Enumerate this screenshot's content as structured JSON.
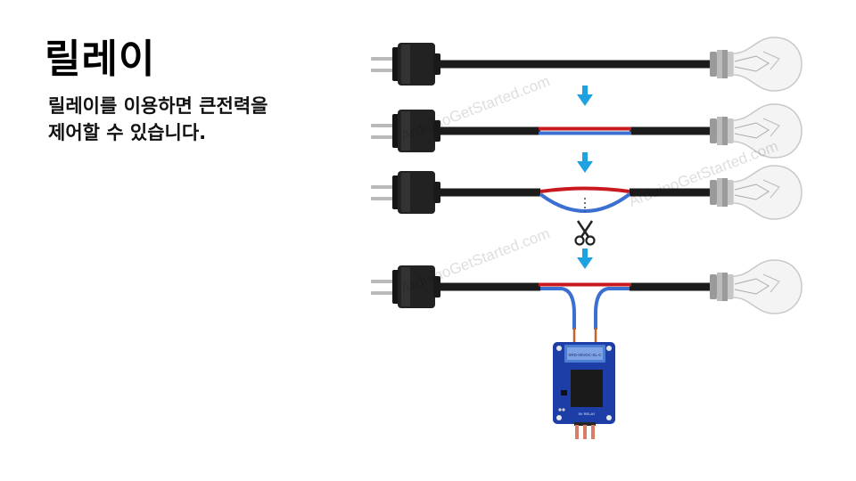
{
  "slide": {
    "title": "릴레이",
    "description_lines": [
      "릴레이를 이용하면 큰전력을",
      "제어할 수 있습니다."
    ]
  },
  "diagram": {
    "watermark": "ArduinoGetStarted.com",
    "steps": [
      {
        "name": "intact-cable"
      },
      {
        "name": "stripped-cable"
      },
      {
        "name": "cut-wire"
      },
      {
        "name": "relay-connected"
      }
    ],
    "module_labels": {
      "relay_part": "SRD-05VDC-SL-C",
      "board_label": "5V RELAY"
    },
    "colors": {
      "cable": "#1b1b1b",
      "wire_live": "#c8191e",
      "wire_neutral": "#3b6fd1",
      "arrow": "#1fa3e0",
      "relay_board": "#1d3ea6",
      "relay_part": "#4a7fd4"
    },
    "icons": {
      "arrow": "down-arrow-icon",
      "scissors": "scissors-icon",
      "plug": "power-plug-icon",
      "bulb": "light-bulb-icon"
    }
  }
}
